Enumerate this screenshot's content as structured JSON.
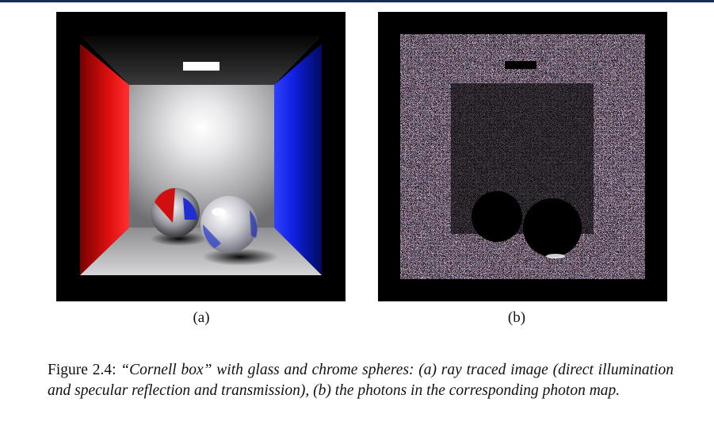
{
  "figure": {
    "panel_a_label": "(a)",
    "panel_b_label": "(b)",
    "caption_prefix": "Figure 2.4:",
    "caption_body": "“Cornell box” with glass and chrome spheres: (a) ray traced image (direct illumination and specular reflection and transmission), (b) the photons in the corresponding photon map.",
    "colors": {
      "left_wall": "#e01010",
      "right_wall": "#1020e0",
      "back_wall": "#c8c8c8",
      "frame": "#000000",
      "top_rule": "#1a2a5a"
    }
  }
}
